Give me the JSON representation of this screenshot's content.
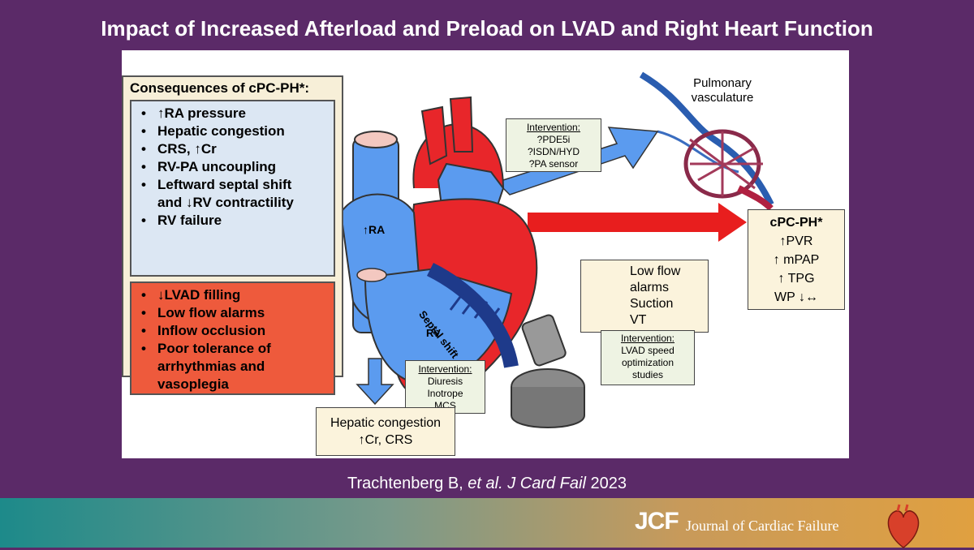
{
  "title": "Impact of Increased Afterload and Preload on LVAD and Right Heart Function",
  "citation": {
    "author": "Trachtenberg B, ",
    "etal": "et al. J Card Fail",
    "year": " 2023"
  },
  "footer": {
    "brand": "JCF",
    "journal": "Journal of Cardiac Failure"
  },
  "consequences": {
    "title": "Consequences of cPC-PH*:",
    "blue_items": [
      "↑RA pressure",
      "Hepatic congestion",
      "CRS, ↑Cr",
      "RV-PA uncoupling",
      "Leftward septal shift and ↓RV contractility",
      "RV failure"
    ],
    "red_items": [
      "↓LVAD filling",
      "Low flow alarms",
      "Inflow occlusion",
      "Poor tolerance of arrhythmias and vasoplegia"
    ]
  },
  "pulmonary": {
    "label": "Pulmonary vasculature"
  },
  "intervention_pa": {
    "heading": "Intervention:",
    "lines": [
      "?PDE5i",
      "?ISDN/HYD",
      "?PA sensor"
    ]
  },
  "intervention_diuresis": {
    "heading": "Intervention:",
    "lines": [
      "Diuresis",
      "Inotrope",
      "MCS"
    ]
  },
  "intervention_lvad": {
    "heading": "Intervention:",
    "lines": [
      "LVAD speed",
      "optimization",
      "studies"
    ]
  },
  "alarms": {
    "lines": [
      "Low flow",
      "alarms",
      "Suction",
      "VT"
    ]
  },
  "cpcph": {
    "title": "cPC-PH*",
    "lines": [
      "↑PVR",
      "↑ mPAP",
      "↑ TPG",
      "WP ↓↔"
    ]
  },
  "hepatic": {
    "lines": [
      "Hepatic congestion",
      "↑Cr, CRS"
    ]
  },
  "heart_labels": {
    "ra": "↑RA",
    "rv": "RV",
    "septal": "Septal shift"
  },
  "colors": {
    "background": "#5b2a68",
    "red_box": "#ee5a3c",
    "blue_box": "#dce7f3",
    "heart_red": "#e8262a",
    "heart_blue": "#4f8ee8"
  }
}
